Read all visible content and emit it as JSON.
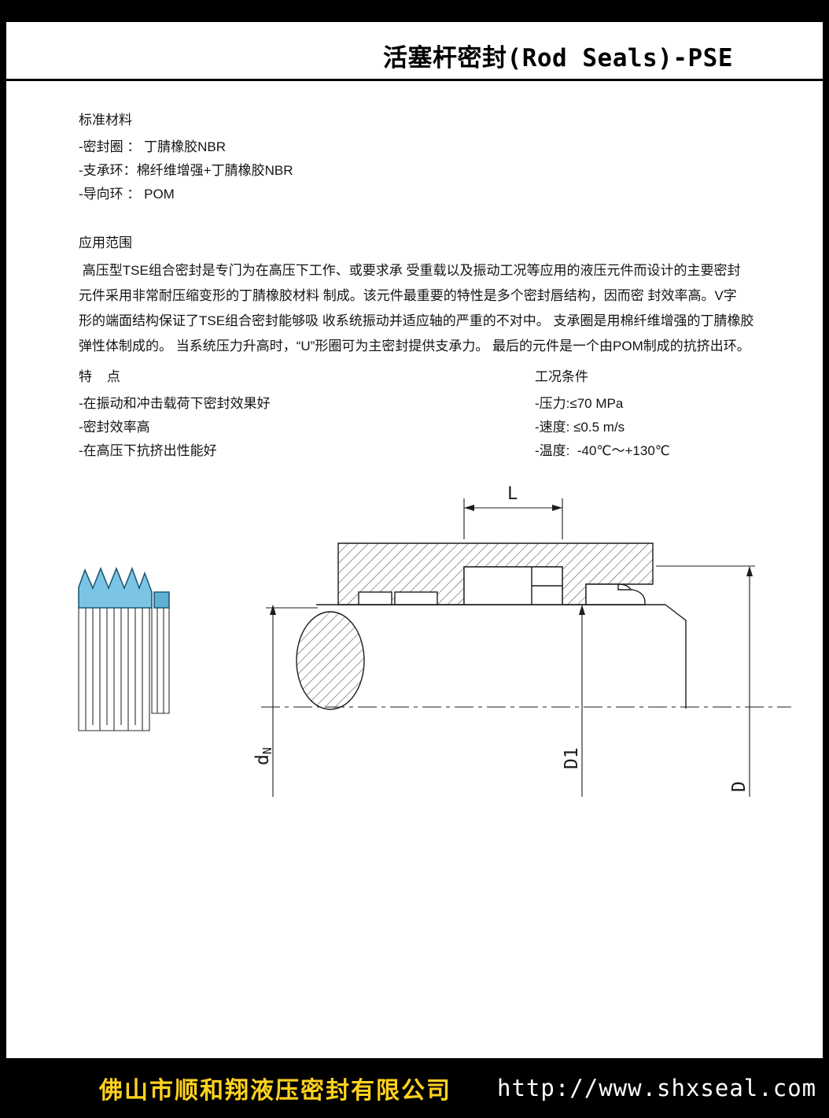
{
  "header": {
    "title": "活塞杆密封(Rod Seals)-PSE"
  },
  "materials": {
    "heading": "标准材料",
    "items": [
      "-密封圈 ： 丁腈橡胶NBR",
      "-支承环：棉纤维增强+丁腈橡胶NBR",
      "-导向环 ： POM"
    ]
  },
  "application": {
    "heading": "应用范围",
    "lines": [
      " 高压型TSE组合密封是专门为在高压下工作、或要求承 受重载以及振动工况等应用的液压元件而设计的主要密封",
      "元件采用非常耐压缩变形的丁腈橡胶材料 制成。该元件最重要的特性是多个密封唇结构，因而密 封效率高。V字",
      "形的端面结构保证了TSE组合密封能够吸 收系统振动并适应轴的严重的不对中。 支承圈是用棉纤维增强的丁腈橡胶",
      "弹性体制成的。 当系统压力升高时，“U”形圈可为主密封提供支承力。 最后的元件是一个由POM制成的抗挤出环。"
    ]
  },
  "features": {
    "heading": "特    点",
    "items": [
      "-在振动和冲击载荷下密封效果好",
      "-密封效率高",
      "-在高压下抗挤出性能好"
    ]
  },
  "conditions": {
    "heading": "工况条件",
    "items": [
      "-压力:≤70 MPa",
      "-速度: ≤0.5 m/s",
      "-温度:  -40℃～+130℃"
    ]
  },
  "drawing": {
    "dim_L": "L",
    "dim_d": "d",
    "dim_d_sub": "N",
    "dim_D1": "D1",
    "dim_D": "D",
    "seal_fill": "#7cc4e4",
    "seal_heel_fill": "#5fb0d6"
  },
  "footer": {
    "company": "佛山市顺和翔液压密封有限公司",
    "url": "http://www.shxseal.com",
    "company_color": "#ffd21e",
    "url_color": "#ffffff"
  }
}
